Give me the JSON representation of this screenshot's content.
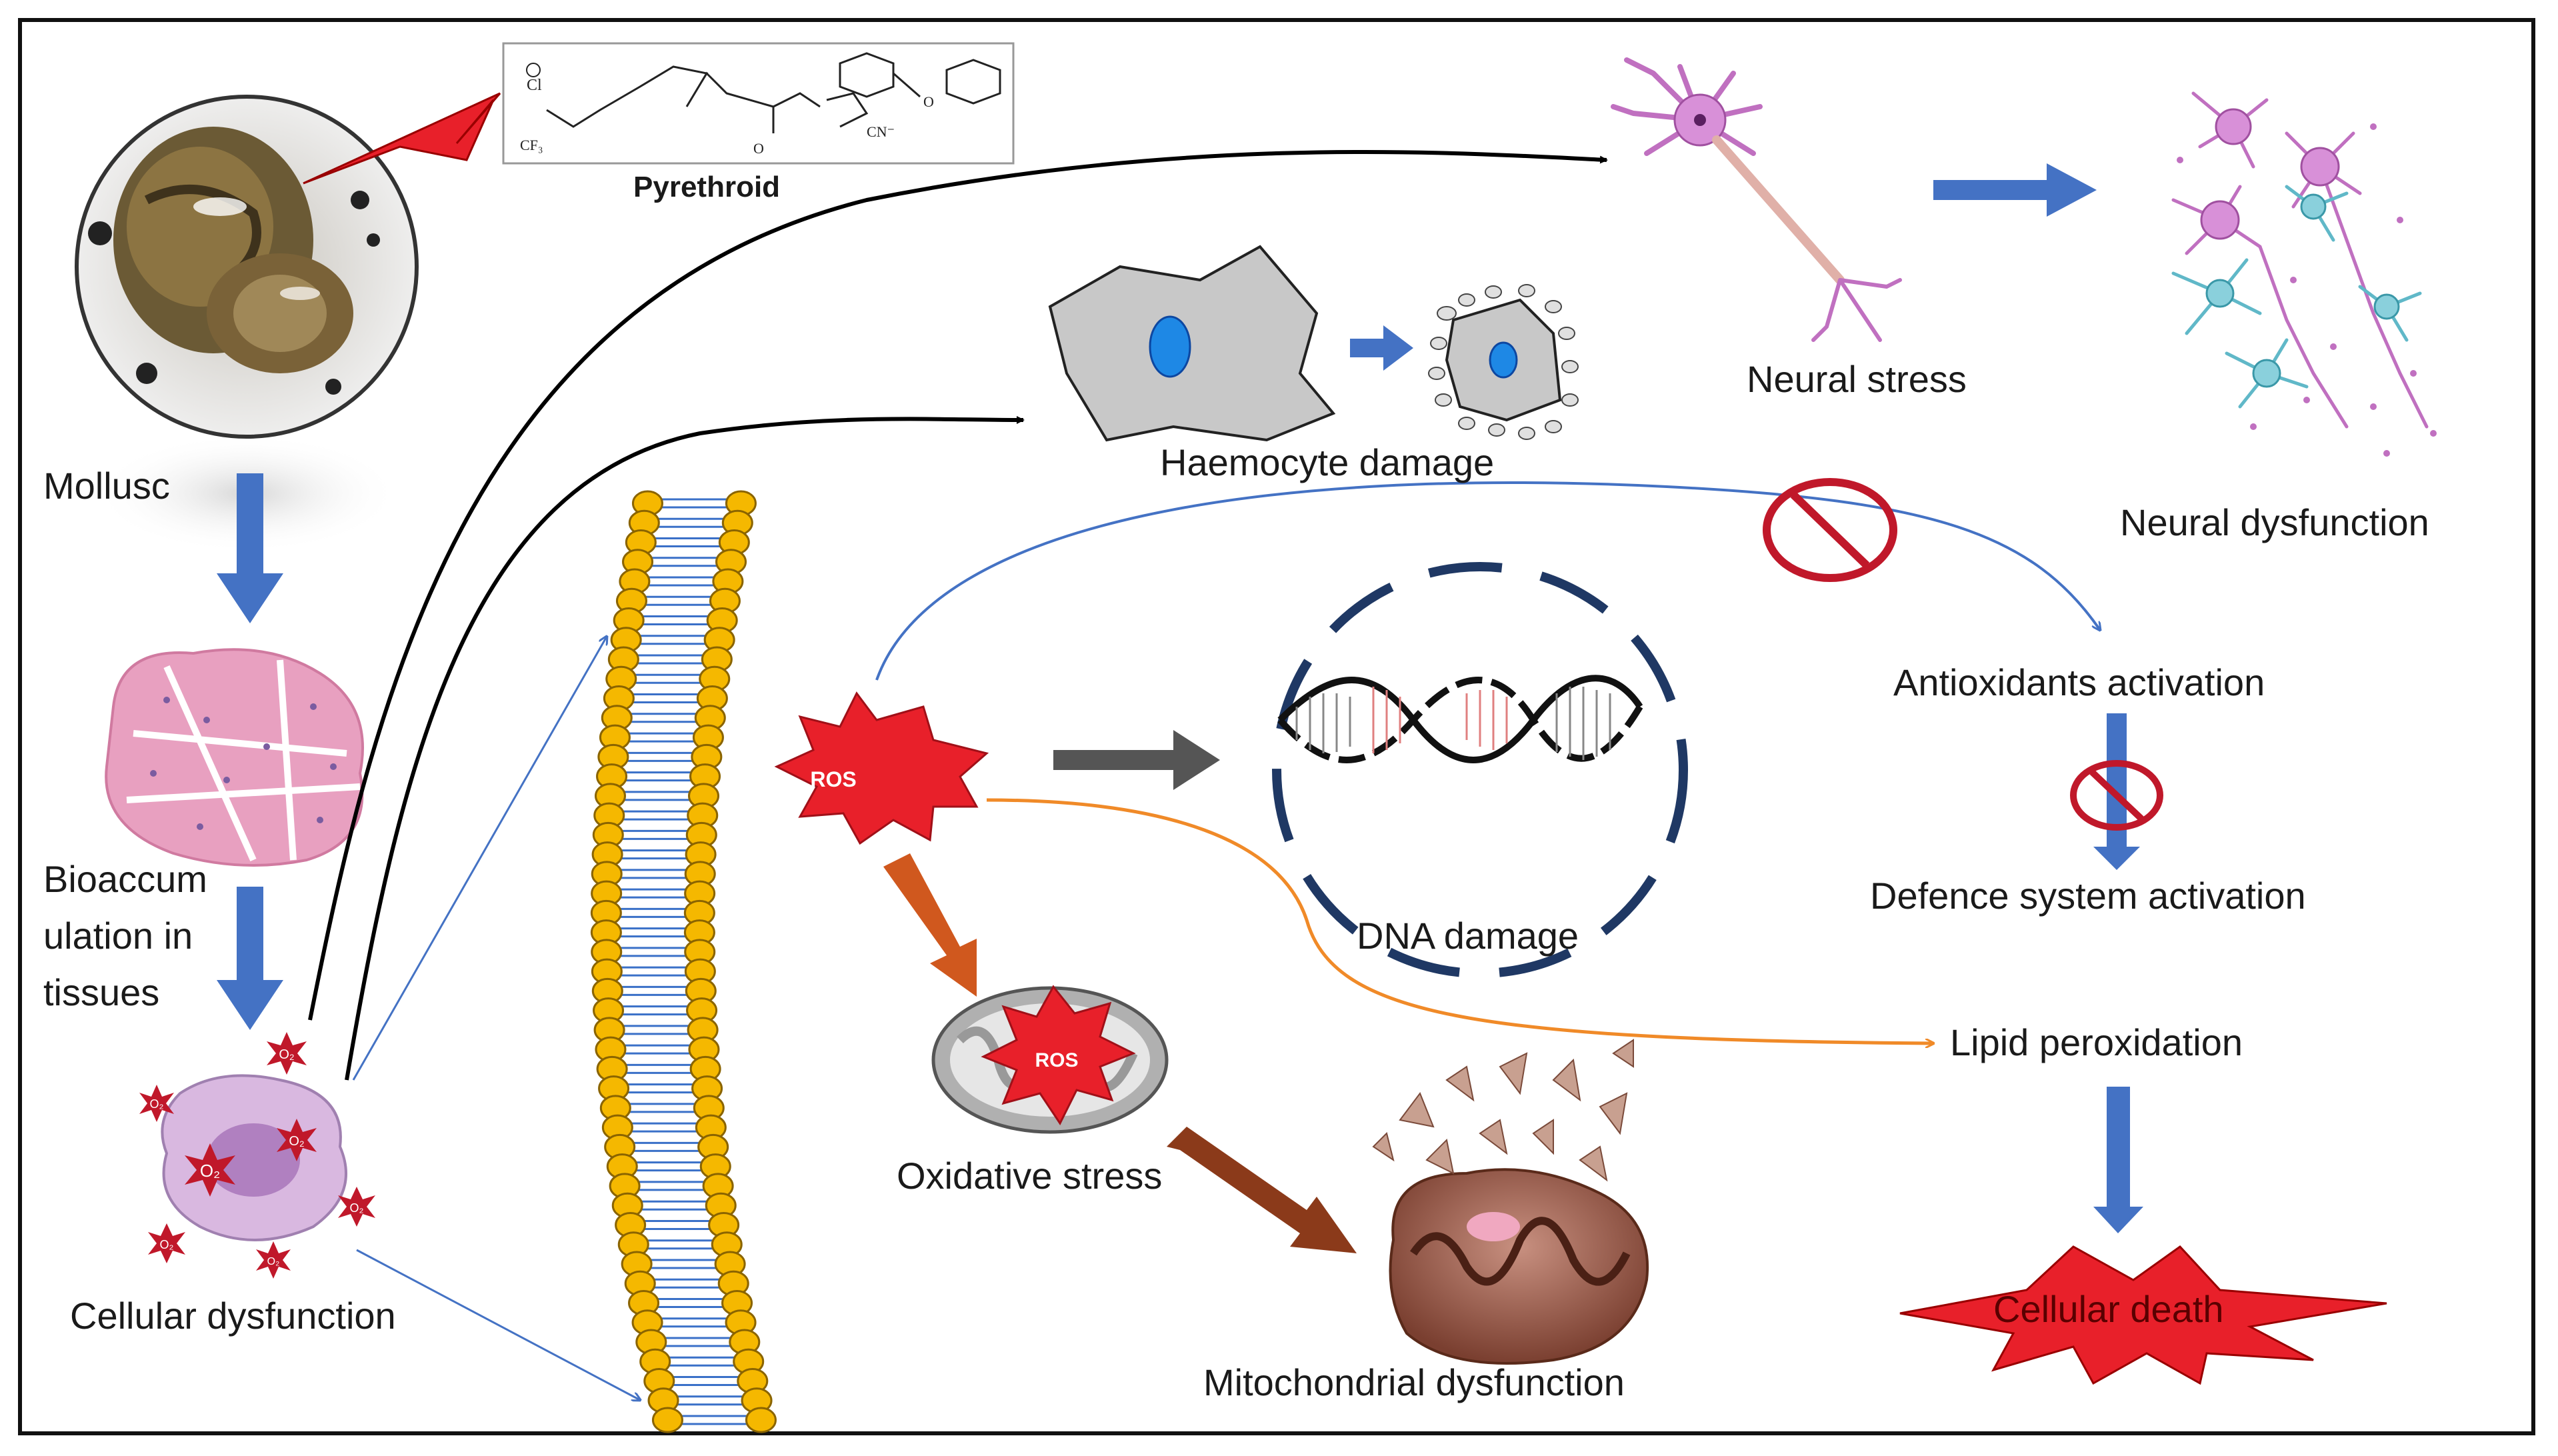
{
  "labels": {
    "pyrethroid": "Pyrethroid",
    "mollusc": "Mollusc",
    "bioaccum_1": "Bioaccum",
    "bioaccum_2": "ulation in",
    "bioaccum_3": "tissues",
    "cellular_dysfunction": "Cellular dysfunction",
    "haemocyte_damage": "Haemocyte damage",
    "neural_stress": "Neural stress",
    "neural_dysfunction": "Neural dysfunction",
    "ros": "ROS",
    "ros_mito": "ROS",
    "dna_damage": "DNA damage",
    "antioxidants_activation": "Antioxidants activation",
    "defence_system_activation": "Defence system activation",
    "lipid_peroxidation": "Lipid peroxidation",
    "oxidative_stress": "Oxidative stress",
    "mitochondrial_dysfunction": "Mitochondrial dysfunction",
    "cellular_death": "Cellular death",
    "o2": "O₂"
  },
  "colors": {
    "blue_arrow": "#4472c4",
    "ros_red": "#e8202a",
    "orange_arrow": "#d0581e",
    "brown_arrow": "#8b3a1a",
    "lipid_line": "#f08a28",
    "membrane_head": "#f5b800",
    "inhibit_red": "#c0182a",
    "dna_circle": "#1f3864"
  }
}
